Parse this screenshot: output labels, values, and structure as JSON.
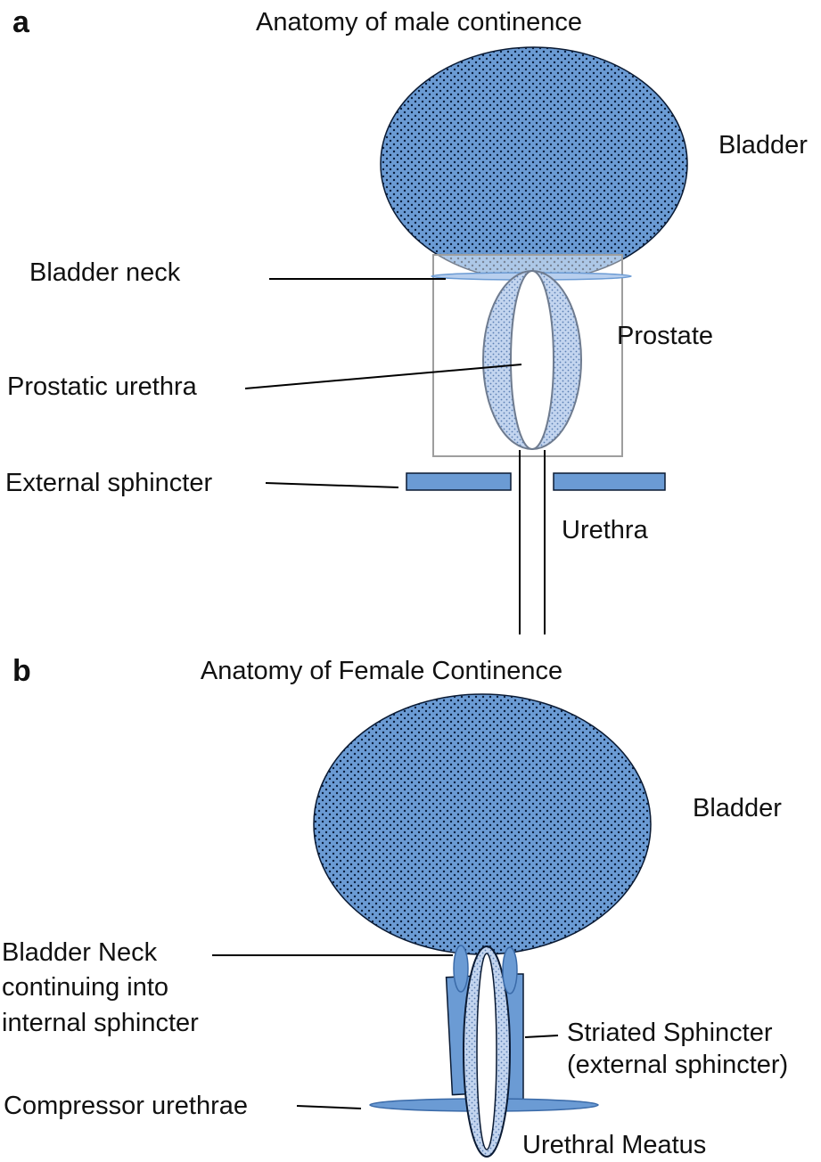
{
  "panels": {
    "a": {
      "letter": "a",
      "title": "Anatomy of male continence",
      "labels": {
        "bladder": "Bladder",
        "bladder_neck": "Bladder neck",
        "prostate": "Prostate",
        "prostatic_urethra": "Prostatic urethra",
        "external_sphincter": "External sphincter",
        "urethra": "Urethra"
      }
    },
    "b": {
      "letter": "b",
      "title": "Anatomy of Female Continence",
      "labels": {
        "bladder": "Bladder",
        "bladder_neck_line1": "Bladder Neck",
        "bladder_neck_line2": "continuing into",
        "bladder_neck_line3": "internal sphincter",
        "striated_line1": "Striated Sphincter",
        "striated_line2": "(external sphincter)",
        "compressor": "Compressor urethrae",
        "meatus": "Urethral Meatus"
      }
    }
  },
  "colors": {
    "organ_fill": "#6b9bd4",
    "organ_stroke": "#0a1a33",
    "prostate_box": "#a6a6a6",
    "prostatic_urethra_fill": "#b8cfee",
    "dots": "#0b1f3d"
  }
}
